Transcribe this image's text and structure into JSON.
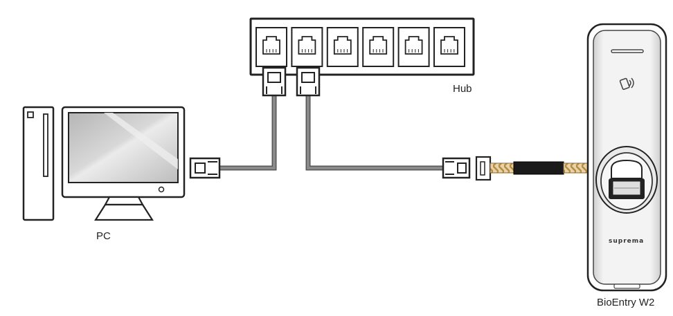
{
  "labels": {
    "hub": "Hub",
    "pc": "PC",
    "device": "BioEntry W2",
    "brand": "suprema"
  },
  "hub": {
    "port_count": 6
  },
  "colors": {
    "outline": "#222222",
    "cable": "#7a7a7a",
    "wire_copper": "#c8a060",
    "sleeve": "#1a1a1a",
    "screen_fill": "#c9c9c9"
  },
  "icons": [
    "rj45-port-icon",
    "rj45-plug-icon",
    "rfid-card-icon",
    "fingerprint-sensor-icon"
  ]
}
